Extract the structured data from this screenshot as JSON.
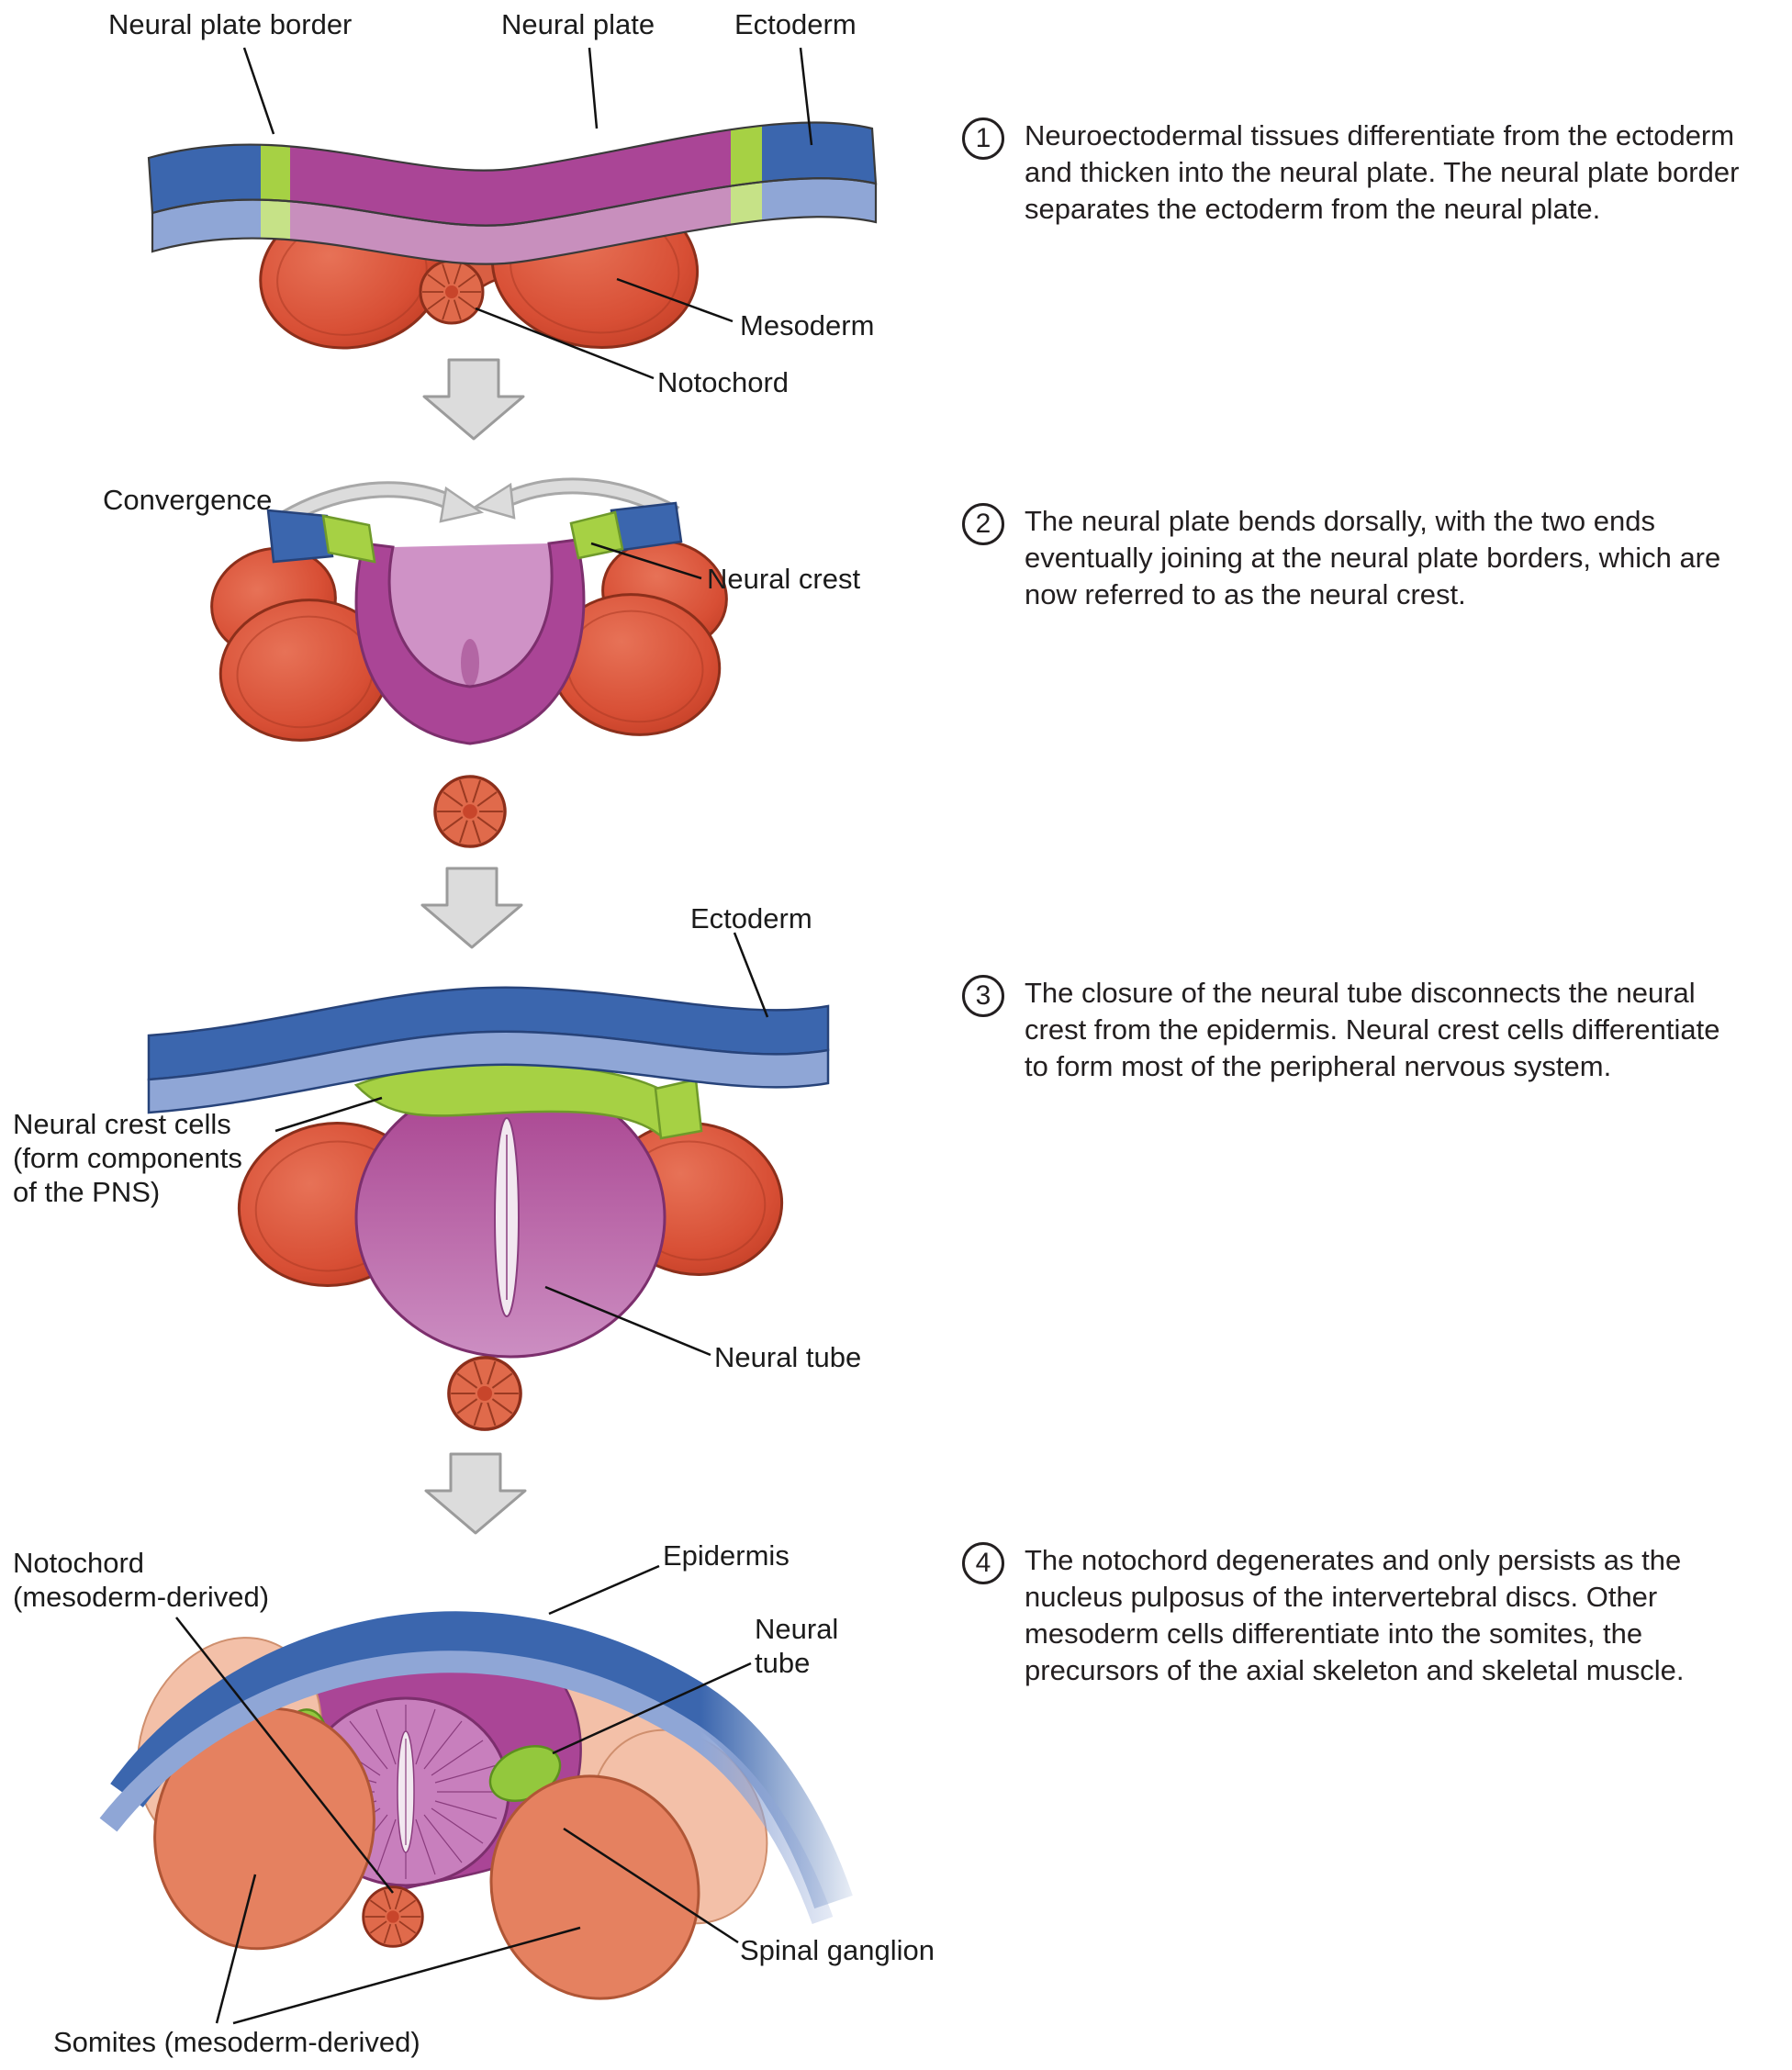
{
  "steps": [
    {
      "num": "1",
      "text": "Neuroectodermal tissues differentiate from the ectoderm and thicken into the neural plate. The neural plate border separates the ectoderm from the neural plate."
    },
    {
      "num": "2",
      "text": "The neural plate bends dorsally, with the two ends eventually joining at the neural plate borders, which are now referred to as the neural crest."
    },
    {
      "num": "3",
      "text": "The closure of the neural tube disconnects the neural crest from the epidermis. Neural crest cells differentiate to form most of the peripheral nervous system."
    },
    {
      "num": "4",
      "text": "The notochord degenerates and only persists as the nucleus pulposus of the intervertebral discs. Other mesoderm cells differentiate into the somites, the precursors of the axial skeleton and skeletal muscle."
    }
  ],
  "labels": {
    "s1_neural_plate_border": "Neural plate border",
    "s1_neural_plate": "Neural plate",
    "s1_ectoderm": "Ectoderm",
    "s1_mesoderm": "Mesoderm",
    "s1_notochord": "Notochord",
    "s2_convergence": "Convergence",
    "s2_neural_crest": "Neural crest",
    "s3_ectoderm": "Ectoderm",
    "s3_neural_crest_cells": "Neural crest cells\n(form components\nof the PNS)",
    "s3_neural_tube": "Neural tube",
    "s4_notochord": "Notochord\n(mesoderm-derived)",
    "s4_epidermis": "Epidermis",
    "s4_neural_tube": "Neural\ntube",
    "s4_spinal_ganglion": "Spinal ganglion",
    "s4_somites": "Somites (mesoderm-derived)"
  },
  "colors": {
    "ectoderm_blue": "#3b66ae",
    "ectoderm_blue_light": "#8fa6d6",
    "border_green": "#a6d144",
    "border_green_light": "#c6e287",
    "plate_magenta": "#aa4596",
    "plate_magenta_light": "#c88fbd",
    "mesoderm_red": "#d84f35",
    "somite_salmon": "#e58160",
    "somite_salmon_light": "#f3c0a8",
    "ganglion_green": "#93c83d",
    "arrow_gray": "#dcdcdc",
    "text_dark": "#231f20"
  }
}
